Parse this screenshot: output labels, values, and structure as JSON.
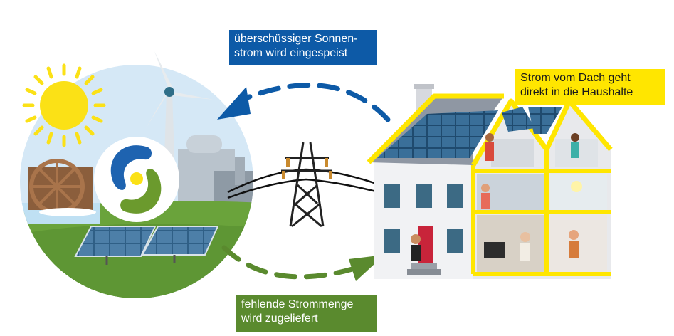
{
  "labels": {
    "feed_in": {
      "line1": "überschüssiger Sonnen-",
      "line2": "strom wird eingespeist"
    },
    "rooftop": {
      "line1": "Strom vom Dach geht",
      "line2": "direkt in die Haushalte"
    },
    "supply": {
      "line1": "fehlende Strommenge",
      "line2": "wird zugeliefert"
    }
  },
  "colors": {
    "feed_in_blue": "#0d5aa7",
    "rooftop_yellow": "#ffe600",
    "supply_green": "#5a8a2e",
    "sun_yellow": "#fbe116",
    "sky_blue": "#cfe4f5",
    "grass_green": "#6aa33b",
    "logo_blue": "#1e63b0",
    "logo_green": "#6b9a2d"
  },
  "icons": [
    "sun-icon",
    "wind-turbine-icon",
    "water-wheel-icon",
    "power-plant-icon",
    "utility-logo-icon",
    "solar-panel-icon",
    "power-pylon-icon",
    "house-icon",
    "person-icon",
    "flow-arrow-icon"
  ]
}
